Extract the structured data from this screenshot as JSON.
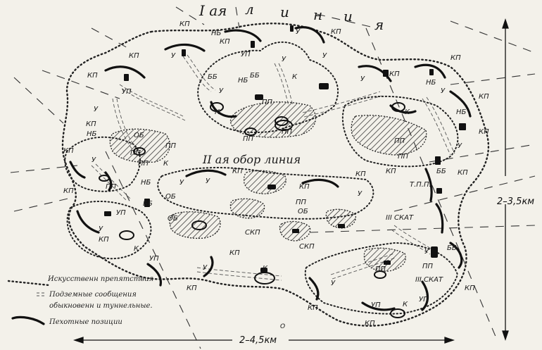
{
  "map": {
    "first_line_title": [
      "I ая",
      "л",
      "и",
      "н",
      "и",
      "я"
    ],
    "second_line_title": "II ая обор линия",
    "width_dim": "2–4,5км",
    "height_dim": "2–3,5км",
    "labels": {
      "kp": "КП",
      "nb": "НБ",
      "u": "У",
      "up": "УП",
      "bb": "ББ",
      "k": "К",
      "pp": "ПП",
      "ob": "ОБ",
      "skp": "СКП",
      "tpp": "Т.П.П.",
      "skat3_top": "III СКАТ",
      "skat3_bottom": "III СКАТ",
      "o_letter": "О"
    },
    "legend": {
      "obstacles": "Искусственн препятствия",
      "underground_1": "Подземные сообщения",
      "underground_2": "обыкновенн и туннельные.",
      "infantry": "Пехотные позиции"
    }
  }
}
